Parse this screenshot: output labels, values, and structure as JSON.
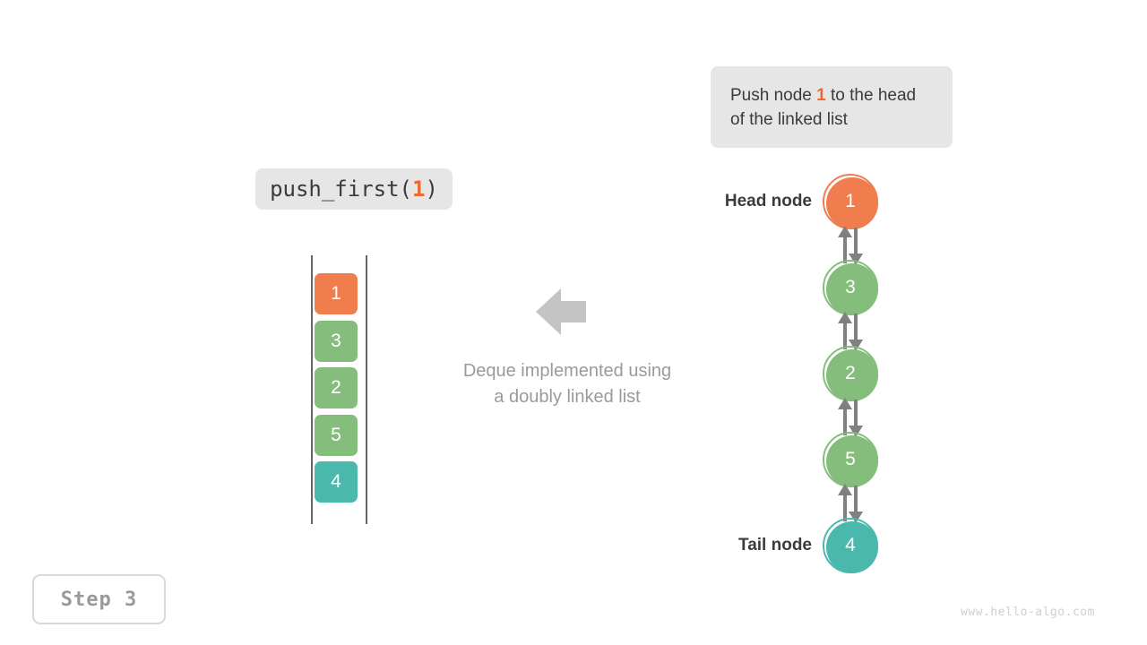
{
  "colors": {
    "orange": "#ef7d4e",
    "green": "#85be7c",
    "teal": "#4bb8ae",
    "gray_text": "#3b3b3b",
    "muted_text": "#9a9a9a",
    "bubble_bg": "#e6e6e6",
    "arrow_gray": "#808080",
    "big_arrow_gray": "#c4c4c4",
    "bracket_gray": "#666666",
    "watermark": "#cfcfcf"
  },
  "callout": {
    "text_before": "Push node ",
    "highlight": "1",
    "text_after": " to the head of the linked list"
  },
  "operation": {
    "name": "push_first(",
    "arg": "1",
    "close": ")"
  },
  "deque": {
    "blocks": [
      {
        "value": "1",
        "color": "#ef7d4e"
      },
      {
        "value": "3",
        "color": "#85be7c"
      },
      {
        "value": "2",
        "color": "#85be7c"
      },
      {
        "value": "5",
        "color": "#85be7c"
      },
      {
        "value": "4",
        "color": "#4bb8ae"
      }
    ]
  },
  "caption": {
    "line1": "Deque implemented using",
    "line2": "a doubly linked list"
  },
  "linked_list": {
    "head_label": "Head node",
    "tail_label": "Tail node",
    "nodes": [
      {
        "value": "1",
        "color": "#ef7d4e"
      },
      {
        "value": "3",
        "color": "#85be7c"
      },
      {
        "value": "2",
        "color": "#85be7c"
      },
      {
        "value": "5",
        "color": "#85be7c"
      },
      {
        "value": "4",
        "color": "#4bb8ae"
      }
    ]
  },
  "step": {
    "label": "Step 3"
  },
  "watermark": {
    "text": "www.hello-algo.com"
  }
}
